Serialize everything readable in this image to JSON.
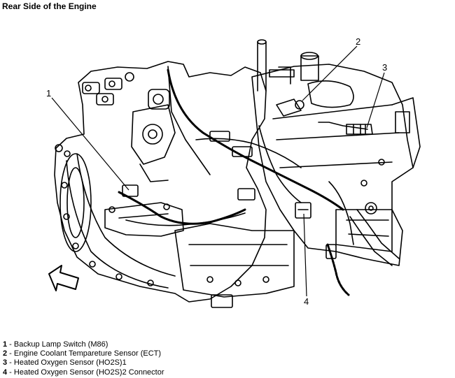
{
  "title": "Rear Side of the Engine",
  "callouts": [
    {
      "num": "1",
      "text": "Backup Lamp Switch (M86)"
    },
    {
      "num": "2",
      "text": "Engine Coolant Tempareture Sensor (ECT)"
    },
    {
      "num": "3",
      "text": "Heated Oxygen Sensor (HO2S)1"
    },
    {
      "num": "4",
      "text": "Heated Oxygen Sensor (HO2S)2 Connector"
    }
  ],
  "legend_separator": " - ",
  "icons": {
    "direction_arrow": "front-direction-arrow-icon"
  }
}
